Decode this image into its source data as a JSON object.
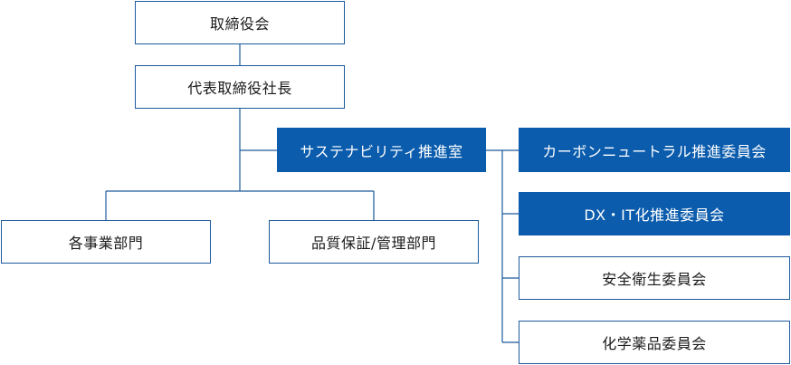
{
  "chart": {
    "board": "取締役会",
    "president": "代表取締役社長",
    "sustainability_office": "サステナビリティ推進室",
    "divisions": [
      "各事業部門",
      "品質保証/管理部門"
    ],
    "committees": [
      "カーボンニュートラル推進委員会",
      "DX・IT化推進委員会",
      "安全衛生委員会",
      "化学薬品委員会"
    ]
  },
  "colors": {
    "line": "#1d5a9c",
    "filled": "#0b5cad",
    "outline_border": "#1d5a9c"
  }
}
